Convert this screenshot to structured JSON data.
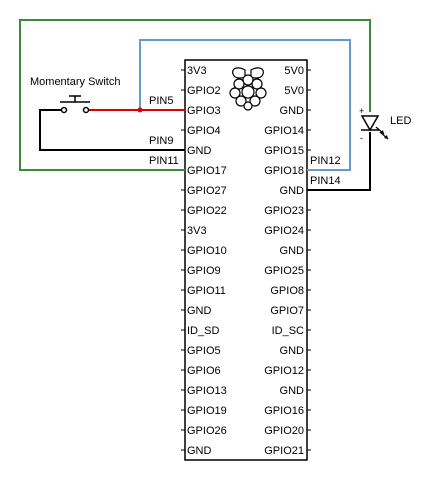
{
  "labels": {
    "switch": "Momentary Switch",
    "led": "LED",
    "led_plus": "+",
    "led_minus": "-",
    "pin5": "PIN5",
    "pin9": "PIN9",
    "pin11": "PIN11",
    "pin12": "PIN12",
    "pin14": "PIN14"
  },
  "header": {
    "left_pins": [
      "3V3",
      "GPIO2",
      "GPIO3",
      "GPIO4",
      "GND",
      "GPIO17",
      "GPIO27",
      "GPIO22",
      "3V3",
      "GPIO10",
      "GPIO9",
      "GPIO11",
      "GND",
      "ID_SD",
      "GPIO5",
      "GPIO6",
      "GPIO13",
      "GPIO19",
      "GPIO26",
      "GND"
    ],
    "right_pins": [
      "5V0",
      "5V0",
      "GND",
      "GPIO14",
      "GPIO15",
      "GPIO18",
      "GND",
      "GPIO23",
      "GPIO24",
      "GND",
      "GPIO25",
      "GPIO8",
      "GPIO7",
      "ID_SC",
      "GND",
      "GPIO12",
      "GND",
      "GPIO16",
      "GPIO20",
      "GPIO21"
    ]
  },
  "colors": {
    "green_wire": "#3a8a3a",
    "blue_wire": "#6699cc",
    "red_wire": "#dd0000",
    "black_wire": "#000000"
  },
  "icons": {
    "logo": "raspberry-pi-logo"
  }
}
